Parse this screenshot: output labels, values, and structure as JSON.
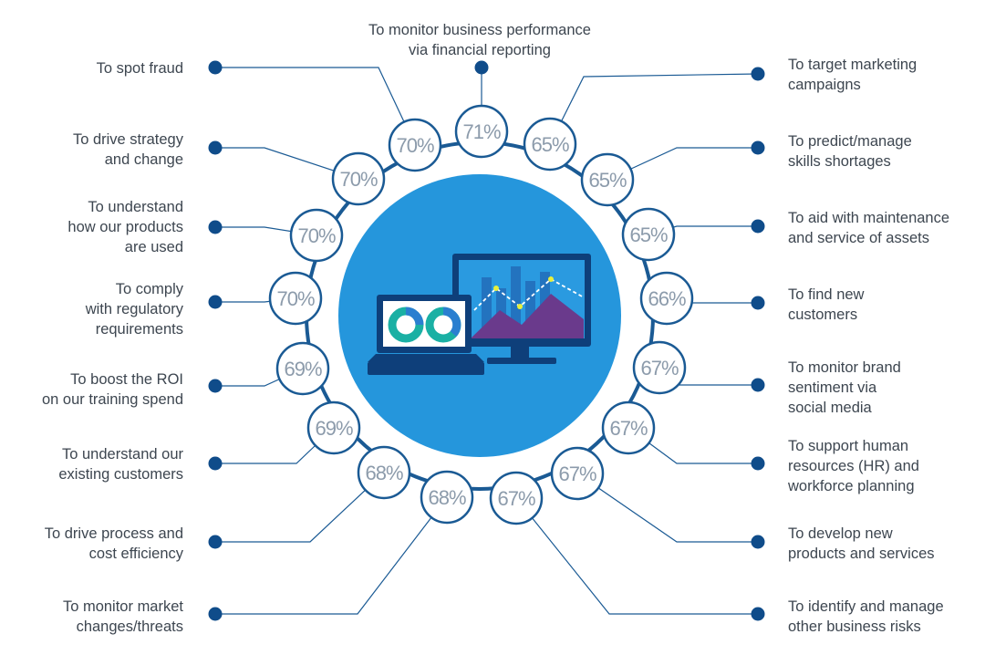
{
  "colors": {
    "ring": "#1a5a94",
    "dot": "#0f4c8a",
    "connector": "#1a5a94",
    "center_fill": "#2596dc",
    "label_text": "#3d4650",
    "percent_text": "#8c9bab",
    "monitor_frame": "#0e3f7a",
    "bars": "#2373bf",
    "mountain": "#6a3a8c",
    "trend_line": "#ffffff",
    "trend_dot": "#e8f03c",
    "donut_teal": "#1ab0a4",
    "donut_blue": "#2a7fd0"
  },
  "icons": [
    "monitor-icon",
    "laptop-icon",
    "donut-chart-icon",
    "bar-chart-icon"
  ],
  "items": [
    {
      "label": [
        "To monitor business performance",
        "via financial reporting"
      ],
      "value": "71%"
    },
    {
      "label": [
        "To target marketing",
        "campaigns"
      ],
      "value": "65%"
    },
    {
      "label": [
        "To predict/manage",
        "skills shortages"
      ],
      "value": "65%"
    },
    {
      "label": [
        "To aid with maintenance",
        "and service of assets"
      ],
      "value": "65%"
    },
    {
      "label": [
        "To find new",
        "customers"
      ],
      "value": "66%"
    },
    {
      "label": [
        "To monitor brand",
        "sentiment via",
        "social media"
      ],
      "value": "67%"
    },
    {
      "label": [
        "To support human",
        "resources (HR) and",
        "workforce planning"
      ],
      "value": "67%"
    },
    {
      "label": [
        "To develop new",
        "products and services"
      ],
      "value": "67%"
    },
    {
      "label": [
        "To identify and manage",
        "other business risks"
      ],
      "value": "67%"
    },
    {
      "label": [
        "To monitor market",
        "changes/threats"
      ],
      "value": "68%"
    },
    {
      "label": [
        "To drive process and",
        "cost efficiency"
      ],
      "value": "68%"
    },
    {
      "label": [
        "To understand our",
        "existing customers"
      ],
      "value": "69%"
    },
    {
      "label": [
        "To boost the ROI",
        "on our training spend"
      ],
      "value": "69%"
    },
    {
      "label": [
        "To comply",
        "with regulatory",
        "requirements"
      ],
      "value": "70%"
    },
    {
      "label": [
        "To understand",
        "how our products",
        "are used"
      ],
      "value": "70%"
    },
    {
      "label": [
        "To drive strategy",
        "and change"
      ],
      "value": "70%"
    },
    {
      "label": [
        "To spot fraud"
      ],
      "value": "70%"
    }
  ]
}
